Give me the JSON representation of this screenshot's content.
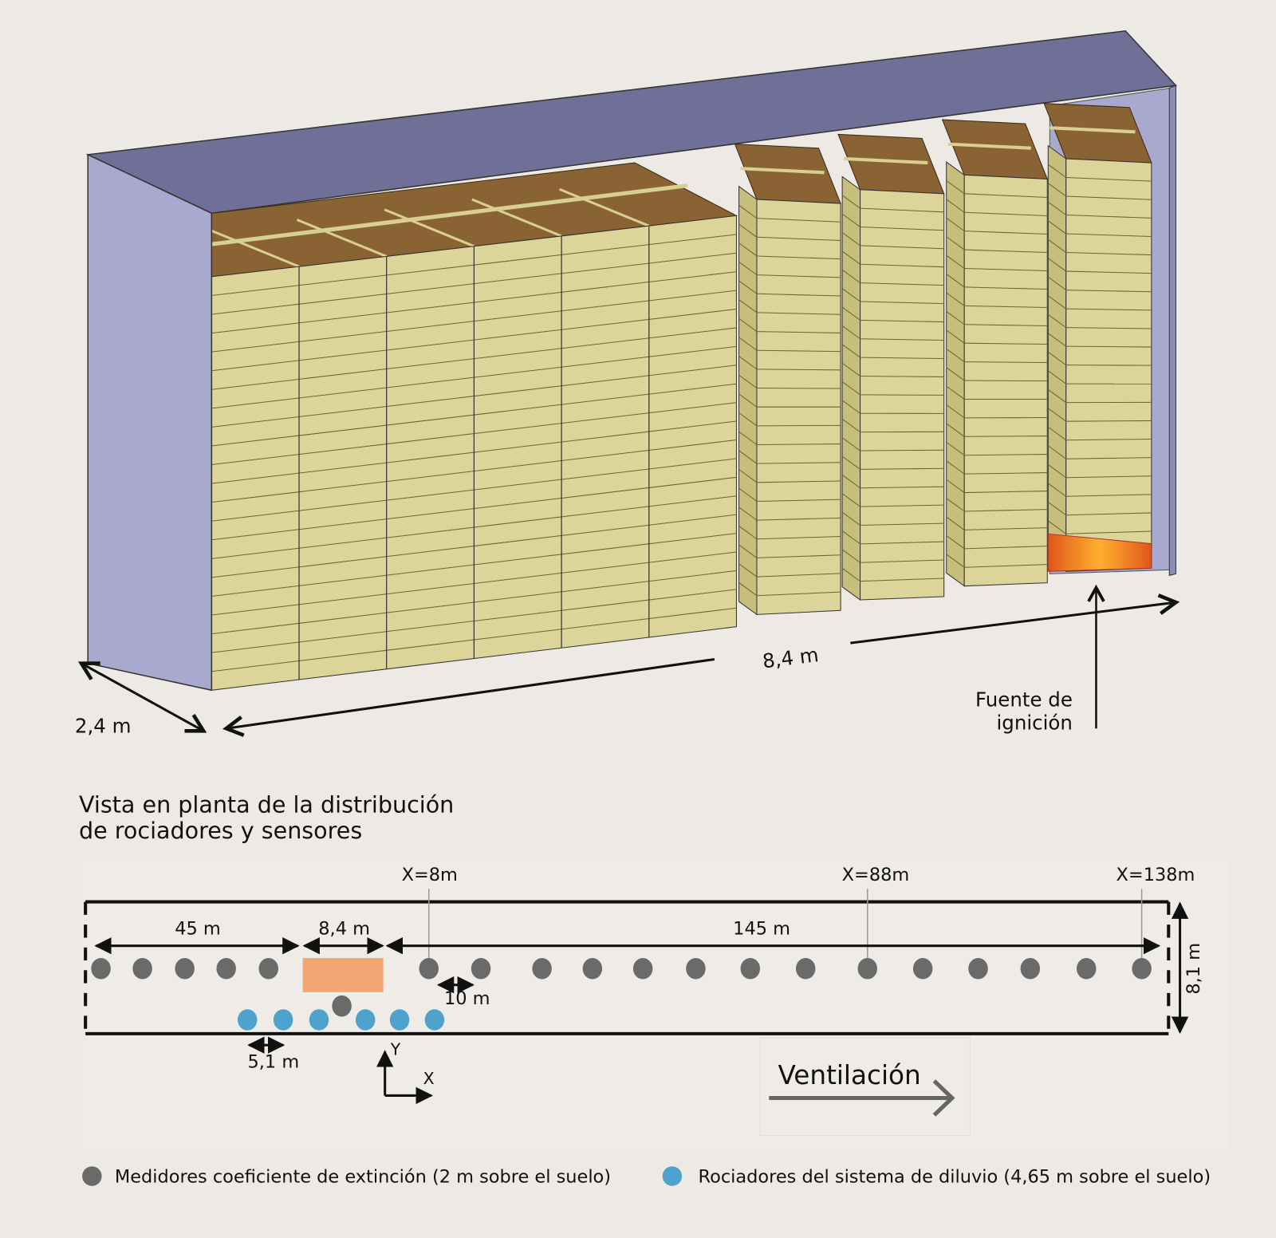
{
  "colors": {
    "background": "#ede9e4",
    "container_wall": "#a9a9cf",
    "roof": "#6f6f98",
    "box_front": "#ddd49a",
    "box_side": "#c8be7c",
    "box_top": "#8a6334",
    "fire": "#f07a20",
    "sensor": "#6a6a6a",
    "sprinkler": "#4ea3cc",
    "fire_zone": "#f4a574"
  },
  "model": {
    "width_label": "2,4 m",
    "length_label": "8,4 m",
    "ignition_label_line1": "Fuente de",
    "ignition_label_line2": "ignición"
  },
  "plan": {
    "title_line1": "Vista en planta de la distribución",
    "title_line2": "de rociadores y sensores",
    "markers": [
      "X=8m",
      "X=88m",
      "X=138m"
    ],
    "dim_45": "45 m",
    "dim_84": "8,4 m",
    "dim_145": "145 m",
    "dim_10": "10 m",
    "dim_51": "5,1 m",
    "dim_81": "8,1 m",
    "axis_y": "Y",
    "axis_x": "X",
    "ventilation": "Ventilación"
  },
  "legend": {
    "sensor_label": "Medidores coeficiente de extinción (2 m sobre el suelo)",
    "sprinkler_label": "Rociadores del sistema de diluvio (4,65 m sobre el suelo)"
  }
}
